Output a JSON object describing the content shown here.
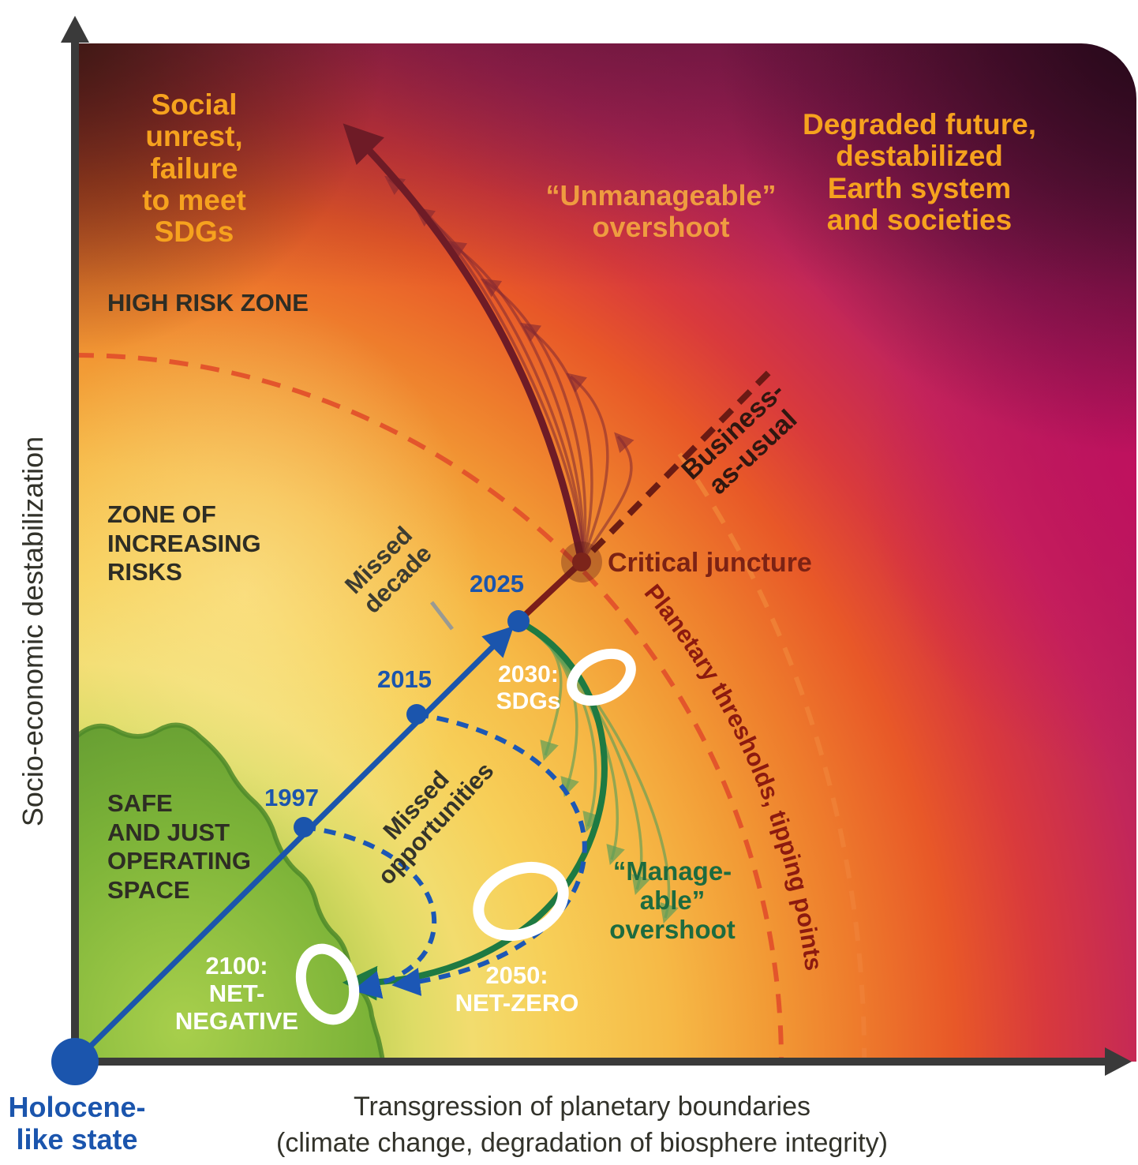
{
  "labels": {
    "y_axis": "Socio-economic destabilization",
    "x_axis": "Transgression of planetary boundaries\n(climate change, degradation of biosphere integrity)",
    "origin": "Holocene-\nlike state",
    "social": "Social\nunrest,\nfailure\nto meet\nSDGs",
    "high_risk": "HIGH RISK ZONE",
    "unmanageable": "“Unmanageable”\novershoot",
    "degraded": "Degraded future,\ndestabilized\nEarth system\nand societies",
    "zone_increasing": "ZONE OF\nINCREASING\nRISKS",
    "missed_decade": "Missed\ndecade",
    "y2025": "2025",
    "y2015": "2015",
    "y1997": "1997",
    "critical_juncture": "Critical juncture",
    "business_as_usual": "Business-\nas-usual",
    "thresholds": "Planetary thresholds, tipping points",
    "sdgs": "2030:\nSDGs",
    "missed_opportunities": "Missed\nopportunities",
    "safe": "SAFE\nAND JUST\nOPERATING\nSPACE",
    "manageable": "“Manage-\nable”\novershoot",
    "net_zero": "2050:\nNET-ZERO",
    "net_negative": "2100:\nNET-\nNEGATIVE"
  },
  "colors": {
    "trajectory_blue": "#1b55ad",
    "dark_red": "#6e1b26",
    "green": "#1e7a42",
    "orange_label": "#f6a21e",
    "dark_text": "#2e2d24",
    "threshold_text": "#8c1a0f",
    "ring_white": "#ffffff",
    "dashed_arc_inner": "#e2512b",
    "dashed_arc_outer": "#ef7f35"
  }
}
